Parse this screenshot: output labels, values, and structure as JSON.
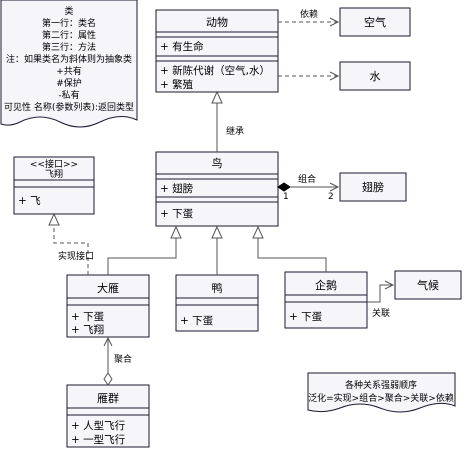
{
  "legend_note": {
    "lines": [
      "类",
      "第一行：类名",
      "第二行：属性",
      "第三行：方法",
      "注：如果类名为斜体则为抽象类",
      "+共有",
      "#保护",
      "-私有",
      "可见性 名称(参数列表):返回类型"
    ]
  },
  "classes": {
    "animal": {
      "name": "动物",
      "attributes": [
        "+ 有生命"
      ],
      "methods": [
        "+ 新陈代谢（空气,水）",
        "+ 繁殖"
      ]
    },
    "air": {
      "name": "空气"
    },
    "water": {
      "name": "水"
    },
    "fly_interface": {
      "stereotype": "<<接口>>",
      "name": "飞翔",
      "methods": [
        "+ 飞"
      ]
    },
    "bird": {
      "name": "鸟",
      "attributes": [
        "+ 翅膀"
      ],
      "methods": [
        "+ 下蛋"
      ]
    },
    "wing": {
      "name": "翅膀"
    },
    "goose": {
      "name": "大雁",
      "methods": [
        "+ 下蛋",
        "+ 飞翔"
      ]
    },
    "duck": {
      "name": "鸭",
      "methods": [
        "+ 下蛋"
      ]
    },
    "penguin": {
      "name": "企鹅",
      "methods": [
        "+ 下蛋"
      ]
    },
    "climate": {
      "name": "气候"
    },
    "flock": {
      "name": "雁群",
      "methods": [
        "+ 人型飞行",
        "+ 一型飞行"
      ]
    }
  },
  "relations": {
    "dependency_label": "依赖",
    "inheritance_label": "继承",
    "composition_label": "组合",
    "composition_multiplicity_1": "1",
    "composition_multiplicity_2": "2",
    "realization_label": "实现接口",
    "aggregation_label": "聚合",
    "association_label": "关联"
  },
  "strength_note": {
    "title": "各种关系强弱顺序",
    "text": "泛化=实现>组合>聚合>关联>依赖"
  }
}
